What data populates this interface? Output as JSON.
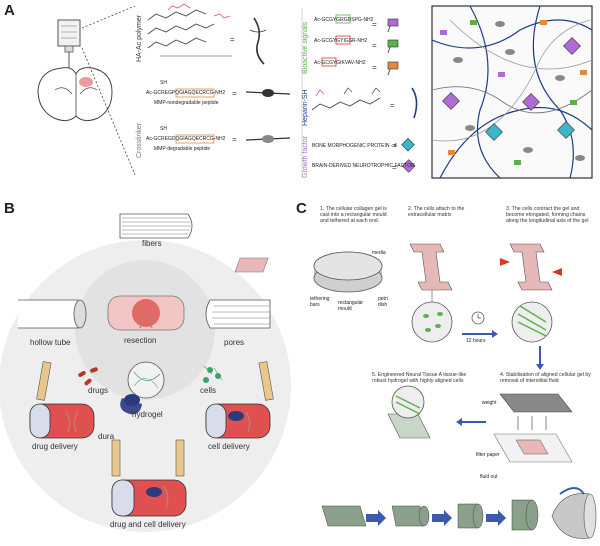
{
  "panels": {
    "A": "A",
    "B": "B",
    "C": "C"
  },
  "panel_a": {
    "categories": {
      "polymer": "HA-Ac polymer",
      "crosslinker": "Crosslinker",
      "heparin": "Heparin-SH",
      "bioactive": "Bioactive signals",
      "growth": "Growth factor"
    },
    "peptides": {
      "mmp_nondegradable_seq": "Ac-GCREGPQGIAGQECRCG-NH2",
      "mmp_nondegradable_label": "MMP-nondegradable peptide",
      "mmp_degradable_seq": "Ac-GCREGDQGIAGQECRCG-NH2",
      "mmp_degradable_label": "MMP-degradable peptide",
      "sh1": "SH",
      "sh2": "SH",
      "bioactive_1": "Ac-GCGYGRGDSPG-NH2",
      "bioactive_2": "Ac-GCGYGYIGSR-NH2",
      "bioactive_3": "Ac-GCGYGIKVAV-NH2"
    },
    "growth_factors": {
      "bmp4": "BONE MORPHOGENIC PROTEIN - 4",
      "bdnf": "BRAIN-DERIVED NEUROTROPHIC FACTOR"
    },
    "equals": "="
  },
  "panel_b": {
    "fibers": "fibers",
    "hollow_tube": "hollow tube",
    "resection": "resection",
    "pores": "pores",
    "drugs": "drugs",
    "hydrogel": "hydrogel",
    "cells": "cells",
    "drug_delivery": "drug delivery",
    "dura": "dura",
    "cell_delivery": "cell delivery",
    "drug_and_cell_delivery": "drug and cell delivery"
  },
  "panel_c": {
    "step1": "1. The cellular collagen gel is cast into a rectangular mould and tethered at each end.",
    "step2": "2. The cells attach to the extracellular matrix",
    "step3": "3. The cells contract the gel and become elongated, forming chains along the longitudinal axis of the gel",
    "step4": "4. Stabilisation of aligned cellular gel by removal of interstitial fluid",
    "step5": "5. Engineered Neural Tissue A tissue-like robust hydrogel with highly aligned cells",
    "labels": {
      "media": "media",
      "tethering_bars": "tethering bars",
      "rectangular_mould": "rectangular mould",
      "petri_dish": "petri dish",
      "twelve_hours": "12 hours",
      "weight": "weight",
      "filter_paper": "filter paper",
      "fluid_out": "fluid out"
    }
  },
  "colors": {
    "purple": "#b06ad6",
    "green": "#5ab04a",
    "orange": "#e6883a",
    "teal": "#3ab6c8",
    "navy": "#1f3c8a",
    "red": "#d8362a",
    "pink": "#e0509a",
    "grey": "#9a9a9a"
  }
}
